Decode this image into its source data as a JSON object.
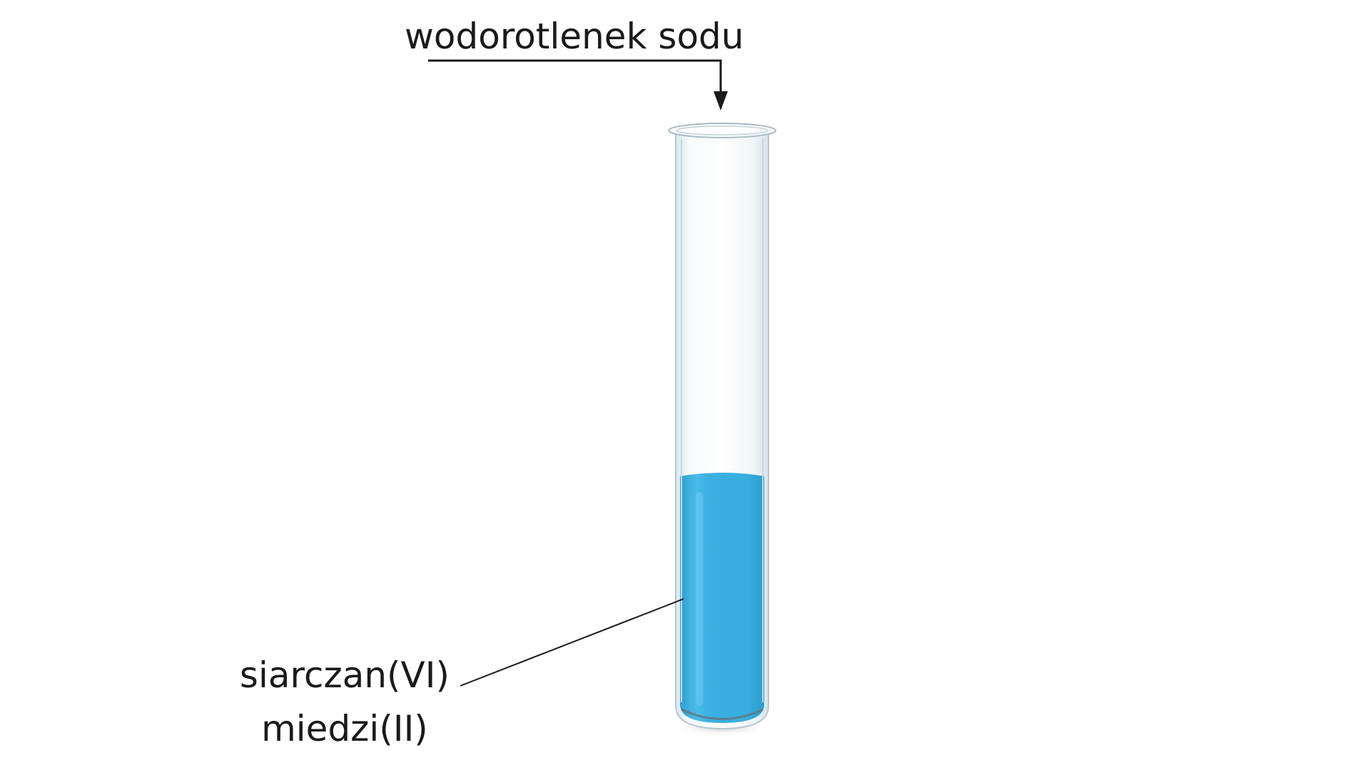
{
  "labels": {
    "reagent": "wodorotlenek sodu",
    "solution_line1": "siarczan(VI)",
    "solution_line2": "miedzi(II)"
  },
  "colors": {
    "liquid": "#3ab0e2",
    "liquid_highlight": "#6ec8ef",
    "glass_edge": "#b7c7cf",
    "glass_fill": "#eef5f8",
    "text": "#1a1a1a",
    "pointer_line": "#1a1a1a"
  }
}
